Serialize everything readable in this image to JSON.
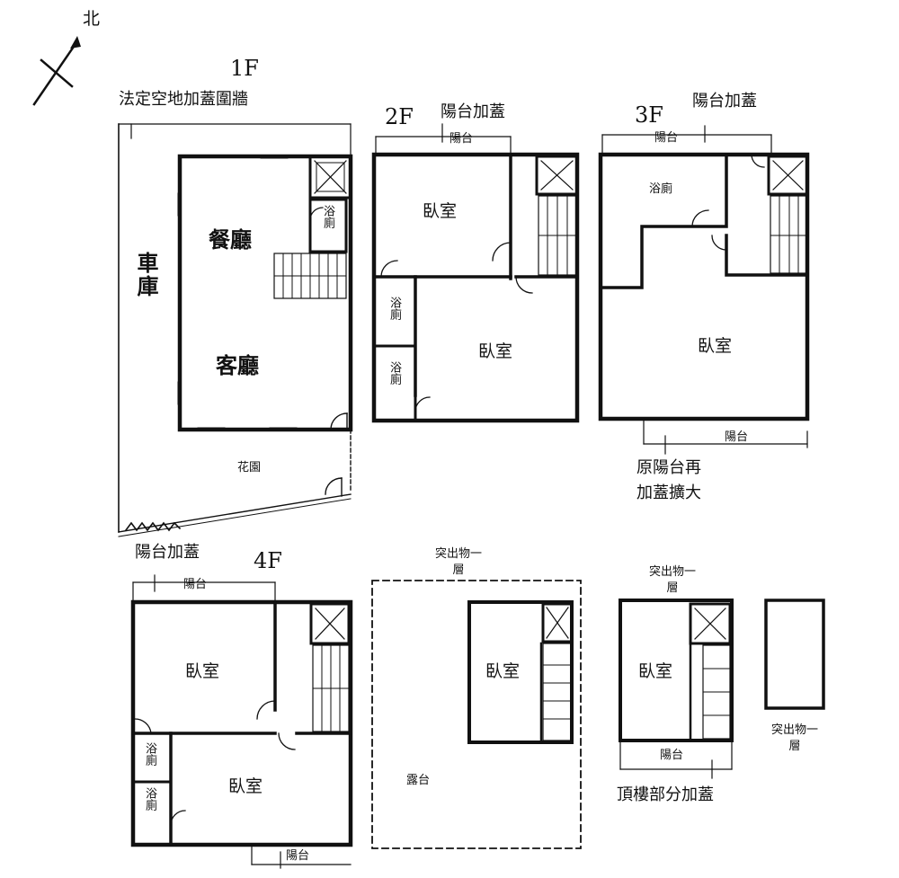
{
  "compass": {
    "north": "北"
  },
  "floors": {
    "f1": "1F",
    "f2": "2F",
    "f3": "3F",
    "f4": "4F"
  },
  "rooms": {
    "dining": "餐廳",
    "living": "客廳",
    "garage": "車庫",
    "garden": "花園",
    "bath": "浴廁",
    "bedroom": "臥室",
    "balcony": "陽台",
    "terrace": "露台",
    "projection_room": "突出物一層",
    "projection_room_2": "突出物一層",
    "projection_room_3": "突出物一層"
  },
  "notes": {
    "legal_open_space": "法定空地加蓋圍牆",
    "balcony_add_2f": "陽台加蓋",
    "balcony_add_3f": "陽台加蓋",
    "balcony_add_4f": "陽台加蓋",
    "orig_balcony_1": "原陽台再",
    "orig_balcony_2": "加蓋擴大",
    "top_floor_add": "頂樓部分加蓋"
  }
}
